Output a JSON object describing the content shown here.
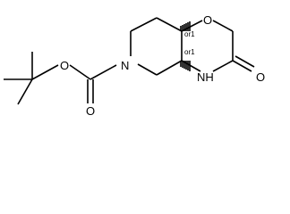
{
  "molecule": {
    "atom_labels": {
      "ring_oxygen": "O",
      "carbonyl_oxygen": "O",
      "amide_nh": "NH",
      "amine_n": "N",
      "ester_oxygen": "O",
      "boc_carbonyl_oxygen": "O"
    },
    "stereo_labels": {
      "upper": "or1",
      "lower": "or1"
    }
  }
}
